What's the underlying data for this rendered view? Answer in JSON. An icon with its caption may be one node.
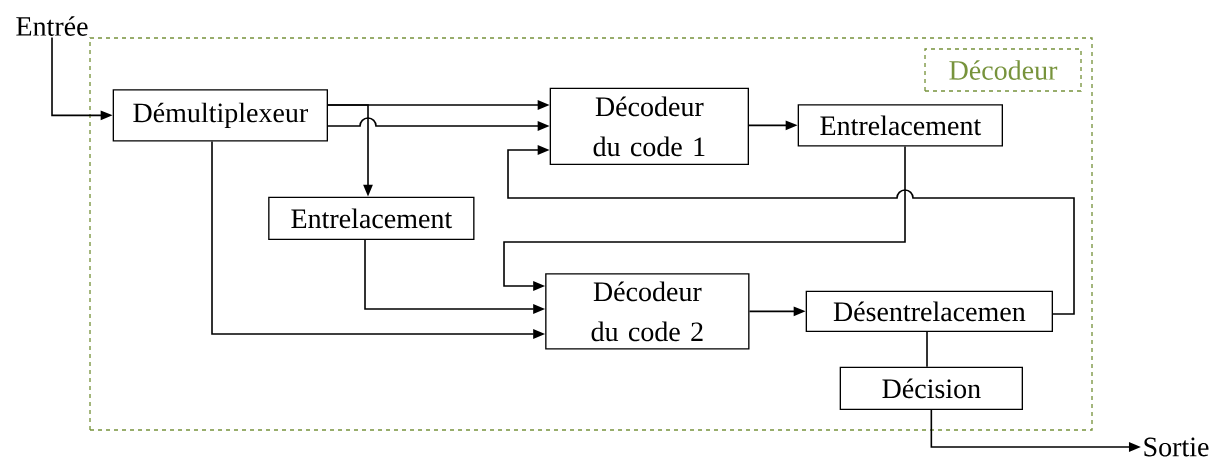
{
  "diagram": {
    "nodes": [
      {
        "text": [
          "Entrée"
        ]
      },
      {
        "text": [
          "Décodeur"
        ]
      },
      {
        "text": [
          "Démultiplexeur"
        ],
        "in": 1
      },
      {
        "text": [
          "Décodeur du code 1"
        ],
        "in": 1
      },
      {
        "text": [
          "Entrelacement"
        ],
        "in": 1
      },
      {
        "text": [
          "Entrelacement"
        ],
        "in": 1
      },
      {
        "text": [
          "Décodeur du code 2"
        ],
        "in": 1
      },
      {
        "text": [
          "Désentrelacemen"
        ],
        "in": 1
      },
      {
        "text": [
          "Décision"
        ],
        "in": 1
      },
      {
        "text": [
          "Sortie"
        ]
      }
    ],
    "edges": [
      {
        "from": 0,
        "to": 2,
        "arrow": "to"
      },
      {
        "from": 2,
        "to": 3,
        "arrow": "to"
      },
      {
        "from": 2,
        "to": 3,
        "arrow": "to"
      },
      {
        "from": 2,
        "to": 5,
        "arrow": "to"
      },
      {
        "from": 3,
        "to": 4,
        "arrow": "to"
      },
      {
        "from": 4,
        "to": 6,
        "arrow": "to"
      },
      {
        "from": 7,
        "to": 3,
        "arrow": "to"
      },
      {
        "from": 5,
        "to": 6,
        "arrow": "to"
      },
      {
        "from": 2,
        "to": 6,
        "arrow": "to"
      },
      {
        "from": 6,
        "to": 7,
        "arrow": "to"
      },
      {
        "from": 7,
        "to": 8,
        "arrow": "none"
      },
      {
        "from": 8,
        "to": 9,
        "arrow": "to"
      }
    ]
  }
}
